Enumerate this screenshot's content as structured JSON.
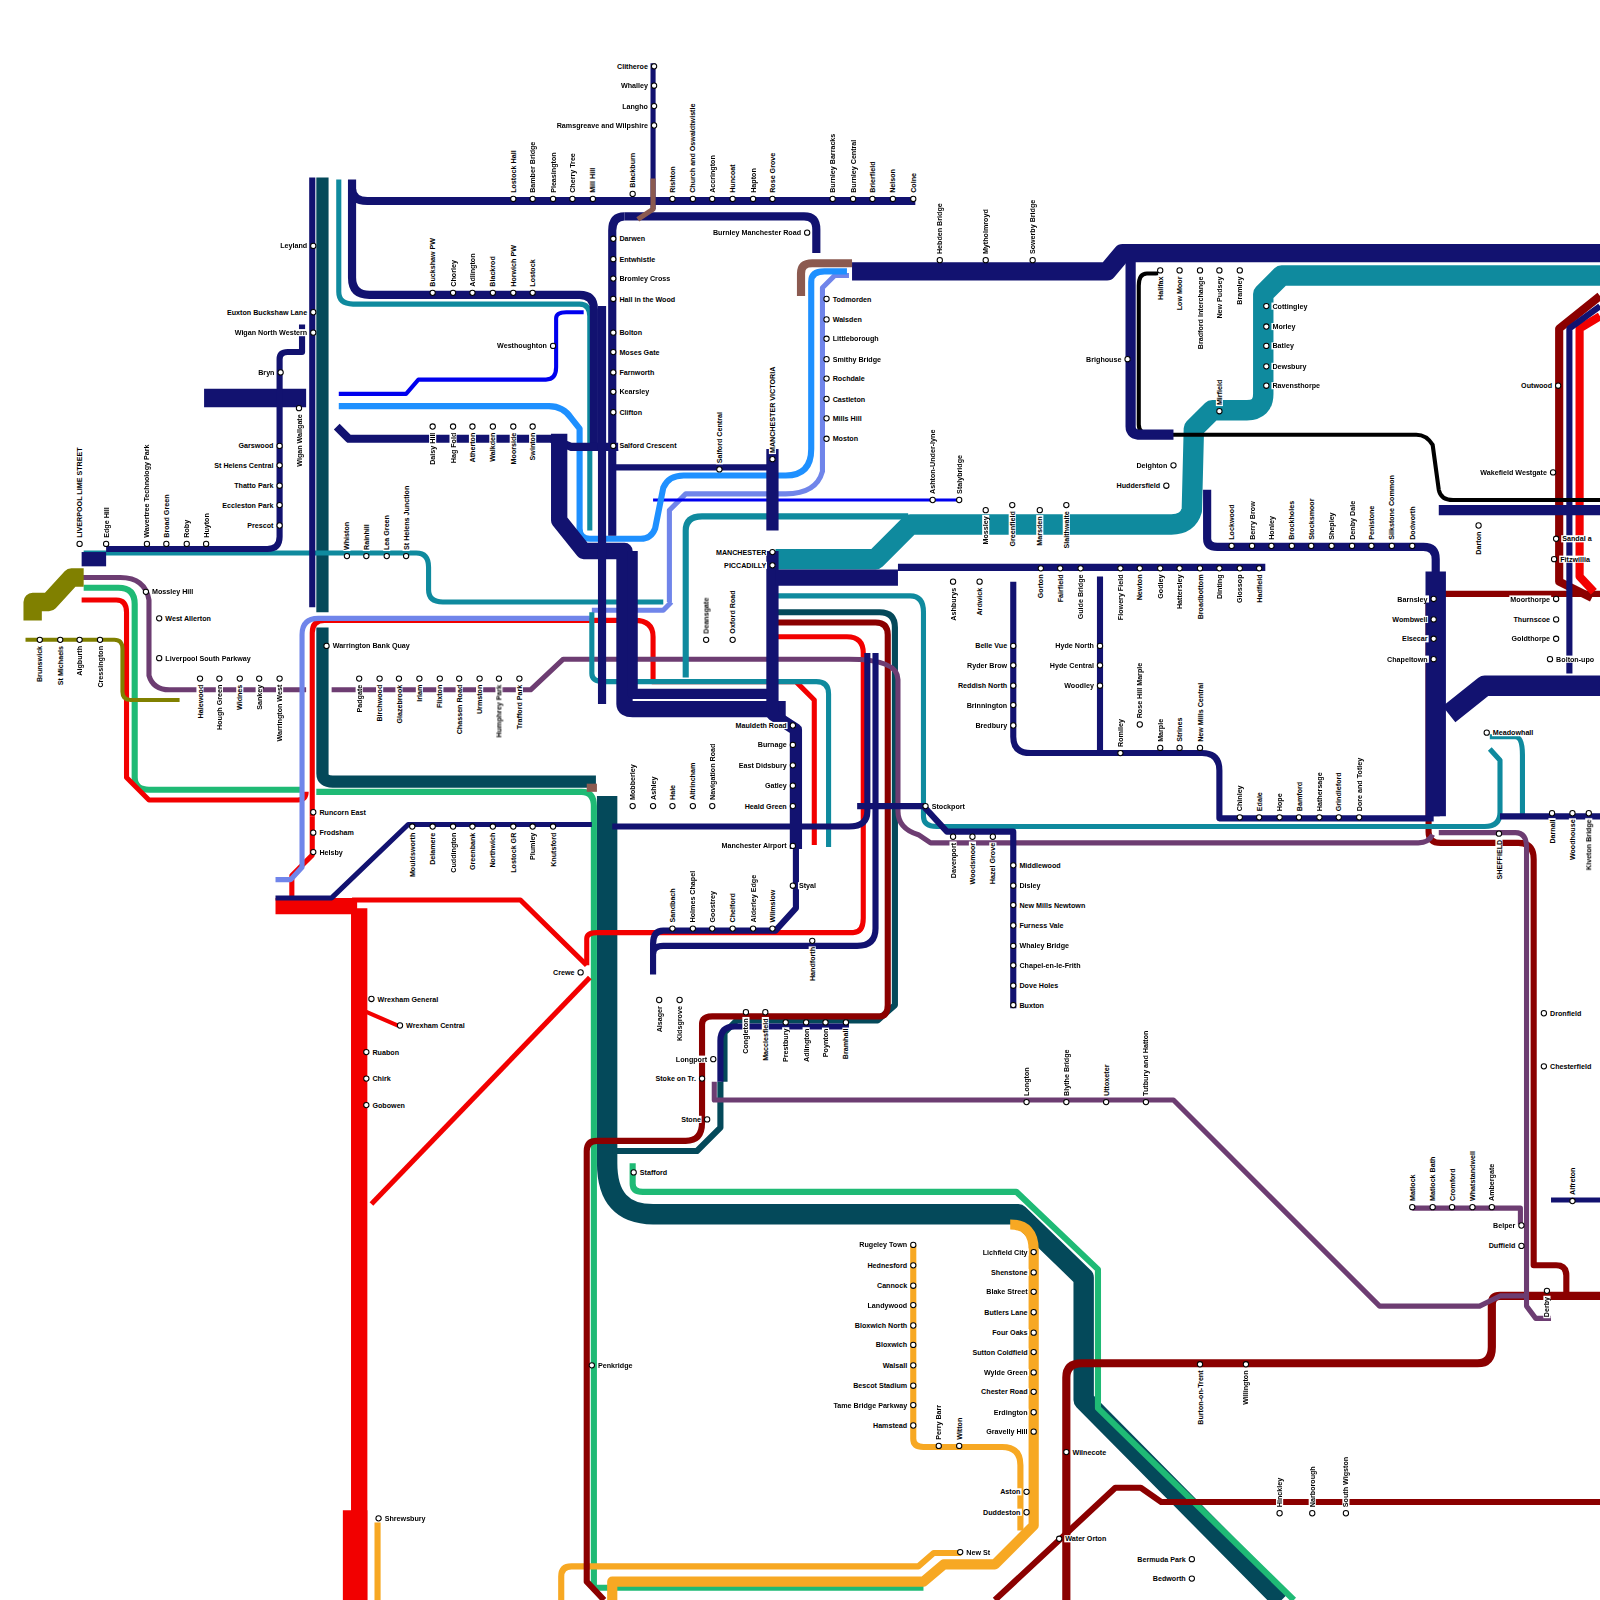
{
  "diagram": {
    "labels": [
      "Clitheroe",
      "Whalley",
      "Langho",
      "Ramsgreave and Wilpshire",
      "Lostock Hall",
      "Bamber Bridge",
      "Pleasington",
      "Cherry Tree",
      "Mill Hill",
      "Blackburn",
      "Rishton",
      "Church and Oswaldtwistle",
      "Accrington",
      "Huncoat",
      "Hapton",
      "Rose Grove",
      "Burnley Barracks",
      "Burnley Central",
      "Brierfield",
      "Nelson",
      "Colne",
      "Burnley Manchester Road",
      "Darwen",
      "Entwhistle",
      "Bromley Cross",
      "Hall in the Wood",
      "Bolton",
      "Moses Gate",
      "Farnworth",
      "Kearsley",
      "Clifton",
      "Salford Crescent",
      "Westhoughton",
      "Leyland",
      "Euxton Buckshaw Lane",
      "Wigan North Western",
      "Bryn",
      "Wigan Wallgate",
      "Garswood",
      "St Helens Central",
      "Thatto Park",
      "Eccleston Park",
      "Prescot",
      "Buckshaw PW",
      "Chorley",
      "Adlington",
      "Blackrod",
      "Horwich PW",
      "Lostock",
      "Daisy Hill",
      "Hag Fold",
      "Atherton",
      "Walkden",
      "Moorside",
      "Swinton",
      "Salford Central",
      "MANCHESTER VICTORIA",
      "Todmorden",
      "Walsden",
      "Littleborough",
      "Smithy Bridge",
      "Rochdale",
      "Castleton",
      "Mills Hill",
      "Moston",
      "Hebden Bridge",
      "Mytholmroyd",
      "Sowerby Bridge",
      "Halifax",
      "Low Moor",
      "Bradford Interchange",
      "New Pudsey",
      "Bramley",
      "Cottingley",
      "Morley",
      "Batley",
      "Dewsbury",
      "Ravensthorpe",
      "Brighouse",
      "Mirfield",
      "Deighton",
      "Huddersfield",
      "Outwood",
      "Wakefield Westgate",
      "Sandal a",
      "Fitzwillia",
      "Darton",
      "Lockwood",
      "Berry Brow",
      "Honley",
      "Brockholes",
      "Stocksmoor",
      "Shepley",
      "Denby Dale",
      "Penistone",
      "Silkstone Common",
      "Dodworth",
      "Barnsley",
      "Wombwell",
      "Elsecar",
      "Chapeltown",
      "Moorthorpe",
      "Thurnscoe",
      "Goldthorpe",
      "Bolton-upo",
      "Meadowhall",
      "SHEFFIELD",
      "Darnall",
      "Woodhouse",
      "Kiveton Bridge",
      "Dronfield",
      "Chesterfield",
      "Alfreton",
      "Matlock",
      "Matlock Bath",
      "Cromford",
      "Whatstandwell",
      "Ambergate",
      "Belper",
      "Duffield",
      "Derby",
      "Chinley",
      "Edale",
      "Hope",
      "Bamford",
      "Hathersage",
      "Grindleford",
      "Dore and Totley",
      "Gorton",
      "Fairfield",
      "Guide Bridge",
      "Flowery Field",
      "Newton",
      "Godley",
      "Hattersley",
      "Broadbottom",
      "Dinting",
      "Glossop",
      "Hadfield",
      "Ashburys",
      "Ardwick",
      "Belle Vue",
      "Ryder Brow",
      "Reddish North",
      "Brinnington",
      "Bredbury",
      "Hyde North",
      "Hyde Central",
      "Woodley",
      "Romiley",
      "Rose Hill Marple",
      "Marple",
      "Strines",
      "New Mills Central",
      "Ashton-Under-lyne",
      "Stalybridge",
      "Mossley",
      "Greenfield",
      "Marsden",
      "Slaithwaite",
      "Stockport",
      "Davenport",
      "Woodsmoor",
      "Hazel Grove",
      "Middlewood",
      "Disley",
      "New Mills Newtown",
      "Furness Vale",
      "Whaley Bridge",
      "Chapel-en-le-Frith",
      "Dove Holes",
      "Buxton",
      "MANCHESTER",
      "PICCADILLY",
      "Deansgate",
      "Oxford Road",
      "Mauldeth Road",
      "Burnage",
      "East Didsbury",
      "Gatley",
      "Heald Green",
      "Manchester Airport",
      "Styal",
      "Handforth",
      "Mobberley",
      "Ashley",
      "Hale",
      "Altrincham",
      "Navigation Road",
      "Mouldsworth",
      "Delamere",
      "Cuddington",
      "Greenbank",
      "Northwich",
      "Lostock GR",
      "Plumley",
      "Knutsford",
      "Sandbach",
      "Holmes Chapel",
      "Goostrey",
      "Chelford",
      "Alderley Edge",
      "Wilmslow",
      "Alsager",
      "Kidsgrove",
      "Congleton",
      "Macclesfield",
      "Prestbury",
      "Adlington",
      "Poynton",
      "Bramhall",
      "Longport",
      "Stoke on Tr.",
      "Stone",
      "Longton",
      "Blythe Bridge",
      "Uttoxeter",
      "Tutbury and Hatton",
      "Crewe",
      "Stafford",
      "Penkridge",
      "Rugeley Town",
      "Hednesford",
      "Cannock",
      "Landywood",
      "Bloxwich North",
      "Bloxwich",
      "Walsall",
      "Bescot Stadium",
      "Tame Bridge Parkway",
      "Hamstead",
      "Perry Barr",
      "Witton",
      "Lichfield City",
      "Shenstone",
      "Blake Street",
      "Butlers Lane",
      "Four Oaks",
      "Sutton Coldfield",
      "Wylde Green",
      "Chester Road",
      "Erdington",
      "Gravelly Hill",
      "Aston",
      "Duddeston",
      "New St",
      "Burton-on-Trent",
      "Willington",
      "Wilnecote",
      "Water Orton",
      "Hinckley",
      "Narborough",
      "South Wigston",
      "Bermuda Park",
      "Bedworth",
      "LIVERPOOL LIME STREET",
      "Edge Hill",
      "Wavertree Technology Park",
      "Broad Green",
      "Roby",
      "Huyton",
      "Whiston",
      "Rainhill",
      "Lea Green",
      "St Helens Junction",
      "Mossley Hill",
      "West Allerton",
      "Liverpool South Parkway",
      "Brunswick",
      "St Michaels",
      "Aigburth",
      "Cressington",
      "Halewood",
      "Hough Green",
      "Widnes",
      "Sankey",
      "Warrington West",
      "Padgate",
      "Birchwood",
      "Glazebrook",
      "Irlam",
      "Flixton",
      "Chassen Road",
      "Urmston",
      "Humphrey Park",
      "Trafford Park",
      "Warrington Bank Quay",
      "Runcorn East",
      "Frodsham",
      "Helsby",
      "Wrexham General",
      "Wrexham Central",
      "Ruabon",
      "Chirk",
      "Gobowen",
      "Shrewsbury"
    ]
  }
}
